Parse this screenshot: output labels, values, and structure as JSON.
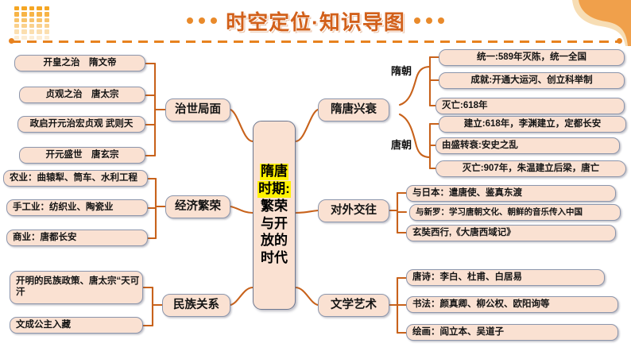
{
  "header": {
    "title": "时空定位·知识导图",
    "left_dots": [
      "dot",
      "dot",
      "dot"
    ],
    "right_dots": [
      "dot",
      "dot",
      "dot"
    ],
    "accent_color": "#D2601A",
    "dot_color": "#E98A2B",
    "divider_color": "#E7821F",
    "corner_ribbon_color": "#F0A04B",
    "corner_ribbon_tail_color": "#F7DDB4",
    "dot_grid_color": "#F5A623"
  },
  "center": {
    "name": "central-topic",
    "lines": [
      "隋唐",
      "时期:",
      "繁荣",
      "与开",
      "放的",
      "时代"
    ],
    "highlighted": [
      true,
      true,
      false,
      false,
      false,
      false
    ],
    "highlight_color": "#FFF200"
  },
  "branches": {
    "left": [
      {
        "category": "治世局面",
        "leaves": [
          "开皇之治　隋文帝",
          "贞观之治　唐太宗",
          "政启开元治宏贞观 武则天",
          "开元盛世　唐玄宗"
        ]
      },
      {
        "category": "经济繁荣",
        "leaves": [
          "农业：曲辕犁、筒车、水利工程",
          "手工业：纺织业、陶瓷业",
          "商业：唐都长安"
        ]
      },
      {
        "category": "民族关系",
        "leaves": [
          "开明的民族政策、唐太宗“天可汗",
          "文成公主入藏"
        ]
      }
    ],
    "right": [
      {
        "category": "隋唐兴衰",
        "groups": [
          {
            "label": "隋朝",
            "leaves": [
              "统一:589年灭陈，统一全国",
              "成就:开通大运河、创立科举制",
              "灭亡:618年"
            ]
          },
          {
            "label": "唐朝",
            "leaves": [
              "建立:618年，李渊建立，定都长安",
              "由盛转衰:安史之乱",
              "灭亡:907年，朱温建立后梁，唐亡"
            ]
          }
        ]
      },
      {
        "category": "对外交往",
        "groups": [
          {
            "label": "",
            "leaves": [
              "与日本：遣唐使、鉴真东渡",
              "与新罗：学习唐朝文化、朝鲜的音乐传入中国",
              "玄奘西行,《大唐西域记》"
            ]
          }
        ]
      },
      {
        "category": "文学艺术",
        "groups": [
          {
            "label": "",
            "leaves": [
              "唐诗：李白、杜甫、白居易",
              "书法：颜真卿、柳公权、欧阳询等",
              "绘画：阎立本、吴道子"
            ]
          }
        ]
      }
    ]
  },
  "style": {
    "node_fill": "#FAE1D2",
    "node_border": "#8C96AC",
    "connector_color": "#C8621B"
  }
}
